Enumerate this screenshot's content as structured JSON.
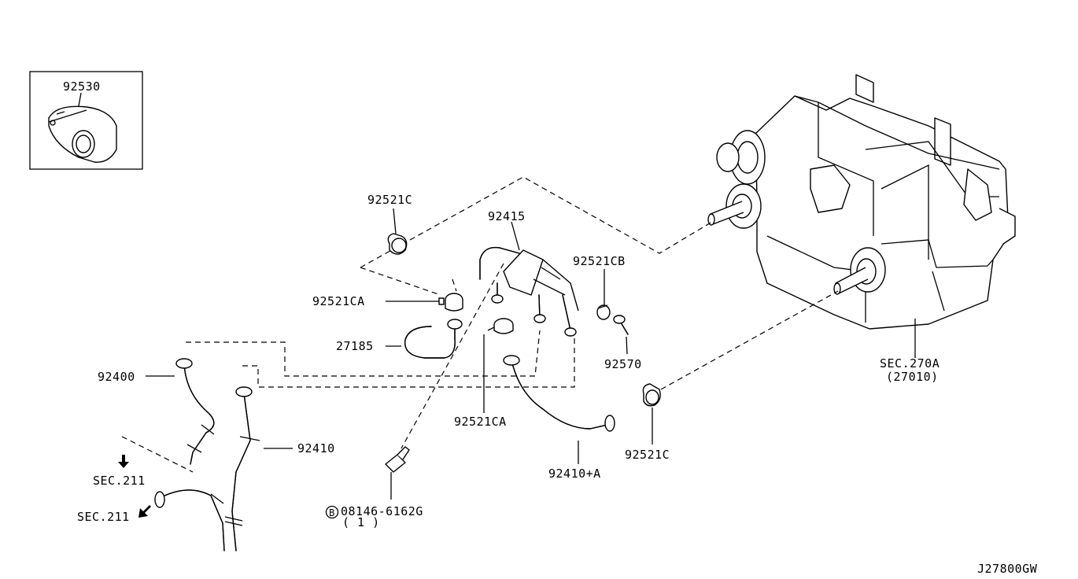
{
  "diagram_id": "J27800GW",
  "inset_box": {
    "part_number": "92530"
  },
  "labels": {
    "p92521C_top": "92521C",
    "p92415": "92415",
    "p92521CB": "92521CB",
    "p92521CA_left": "92521CA",
    "p27185": "27185",
    "p92570": "92570",
    "p92400": "92400",
    "p92521CA_bottom": "92521CA",
    "p92410": "92410",
    "p92410A": "92410+A",
    "p92521C_bottom": "92521C",
    "sec270a": "SEC.270A",
    "sec270a_sub": "(27010)",
    "sec211_top": "SEC.211",
    "sec211_bottom": "SEC.211",
    "bolt_circle": "B",
    "bolt_number": "08146-6162G",
    "bolt_qty": "( 1 )"
  }
}
